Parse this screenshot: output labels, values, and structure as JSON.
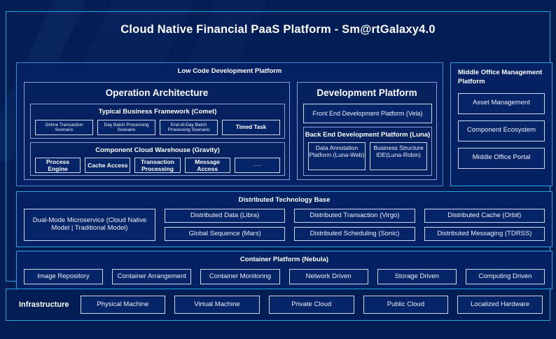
{
  "diagram": {
    "title": "Cloud Native Financial PaaS Platform - Sm@rtGalaxy4.0",
    "colors": {
      "background": "#021c54",
      "panel_border": "#22a7e8",
      "group_border": "#8aa0cf",
      "cell_border": "#cfd9ee",
      "cell_fill": "#062468",
      "text": "#ffffff"
    },
    "low_code": {
      "header": "Low Code Development Platform",
      "operation_architecture": {
        "header": "Operation Architecture",
        "typical_business_framework": {
          "header": "Typical Business Framework (Comet)",
          "items": [
            "Online Transaction Scenario",
            "Day Batch Processing Scenario",
            "End-of-Day Batch Processing Scenario",
            "Timed Task"
          ]
        },
        "component_cloud_warehouse": {
          "header": "Component Cloud Warehouse (Gravity)",
          "items": [
            "Process Engine",
            "Cache Access",
            "Transaction Processing",
            "Message Access",
            "......"
          ]
        }
      },
      "development_platform": {
        "header": "Development Platform",
        "front_end": "Front End Development Platform (Vela)",
        "back_end": {
          "header": "Back End Development Platform (Luna)",
          "items": [
            "Data Annotation Platform (Luna-Web)",
            "Business Structure IDE(Luna-Robin)"
          ]
        }
      }
    },
    "middle_office": {
      "title": "Middle Office Management Platform",
      "items": [
        "Asset Management",
        "Component Ecosystem",
        "Middle Office Portal"
      ]
    },
    "distributed_technology_base": {
      "header": "Distributed Technology Base",
      "wide_item": "Dual-Mode Microservice (Cloud Native Model | Traditional Model)",
      "columns": [
        {
          "top": "Distributed Data (Libra)",
          "bottom": "Global Sequence (Mars)"
        },
        {
          "top": "Distributed Transaction (Virgo)",
          "bottom": "Distributed Scheduling (Sonic)"
        },
        {
          "top": "Distributed Cache (Orbit)",
          "bottom": "Distributed Messaging (TDRSS)"
        }
      ]
    },
    "container_platform": {
      "header": "Container Platform (Nebula)",
      "items": [
        "Image Repository",
        "Container Arrangement",
        "Container Monitoring",
        "Network Driven",
        "Storage Driven",
        "Computing Driven"
      ]
    },
    "infrastructure": {
      "label": "Infrastructure",
      "items": [
        "Physical Machine",
        "Virtual Machine",
        "Private Cloud",
        "Public Cloud",
        "Localized Hardware"
      ]
    }
  }
}
